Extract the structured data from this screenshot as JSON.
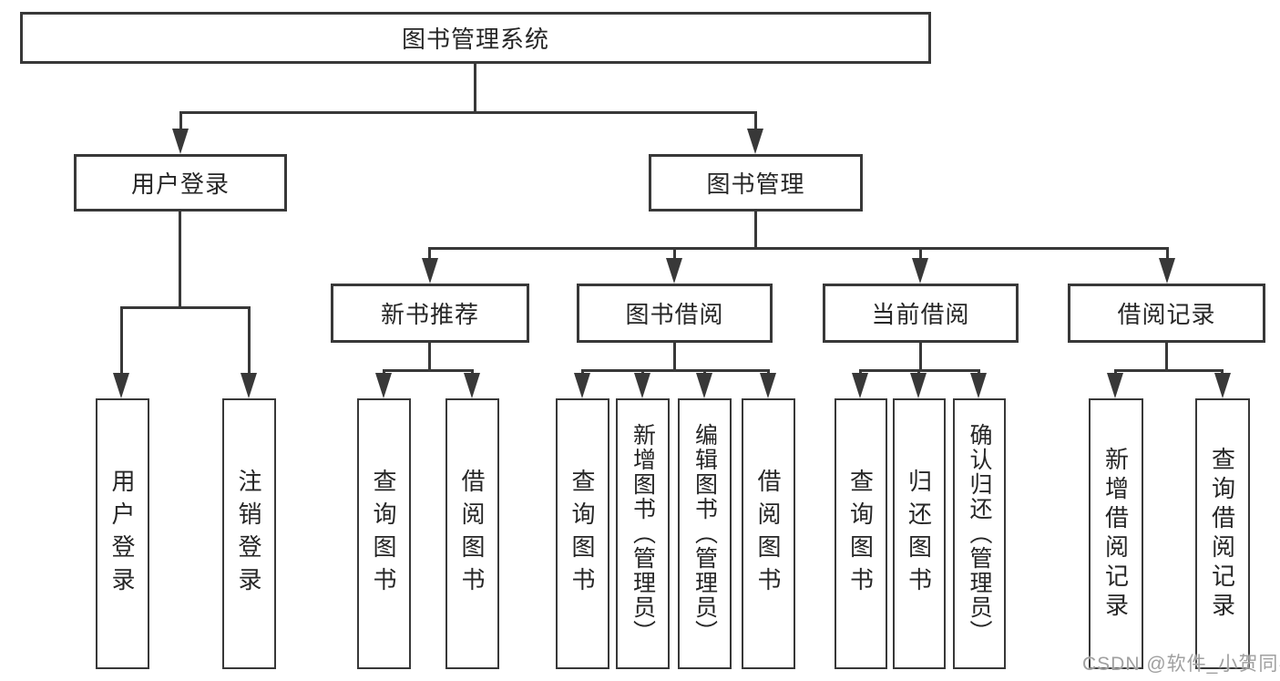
{
  "diagram": {
    "root": {
      "label": "图书管理系统"
    },
    "level2": [
      {
        "label": "用户登录"
      },
      {
        "label": "图书管理"
      }
    ],
    "level3": [
      {
        "label": "新书推荐"
      },
      {
        "label": "图书借阅"
      },
      {
        "label": "当前借阅"
      },
      {
        "label": "借阅记录"
      }
    ],
    "leaves": [
      {
        "label": "用户登录"
      },
      {
        "label": "注销登录"
      },
      {
        "label": "查询图书"
      },
      {
        "label": "借阅图书"
      },
      {
        "label": "查询图书"
      },
      {
        "label": "新增图书（管理员）"
      },
      {
        "label": "编辑图书（管理员）"
      },
      {
        "label": "借阅图书"
      },
      {
        "label": "查询图书"
      },
      {
        "label": "归还图书"
      },
      {
        "label": "确认归还（管理员）"
      },
      {
        "label": "新增借阅记录"
      },
      {
        "label": "查询借阅记录"
      }
    ]
  },
  "watermark": {
    "text": "CSDN @软件_小贺同学"
  },
  "colors": {
    "line": "#383838",
    "text": "#262626",
    "watermark": "#a0a0a0",
    "background": "#ffffff"
  }
}
